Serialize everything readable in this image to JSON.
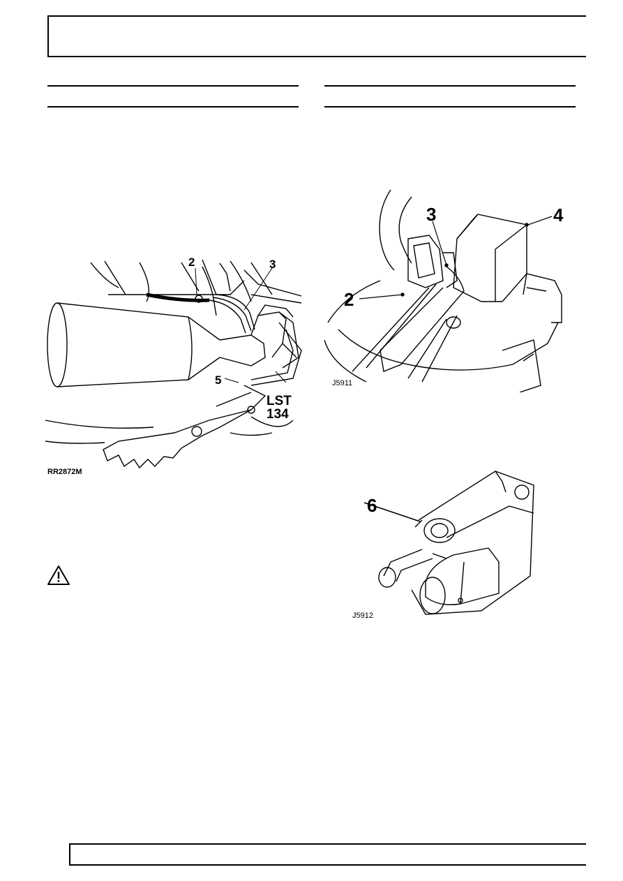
{
  "figure_left": {
    "caption": "RR2872M",
    "callouts": [
      "2",
      "3",
      "5"
    ],
    "tool_label_line1": "LST",
    "tool_label_line2": "134"
  },
  "figure_right_top": {
    "caption": "J5911",
    "callouts": [
      "2",
      "3",
      "4"
    ]
  },
  "figure_right_bottom": {
    "caption": "J5912",
    "callouts": [
      "6"
    ]
  },
  "warning": {
    "icon": "warning-triangle-icon"
  }
}
